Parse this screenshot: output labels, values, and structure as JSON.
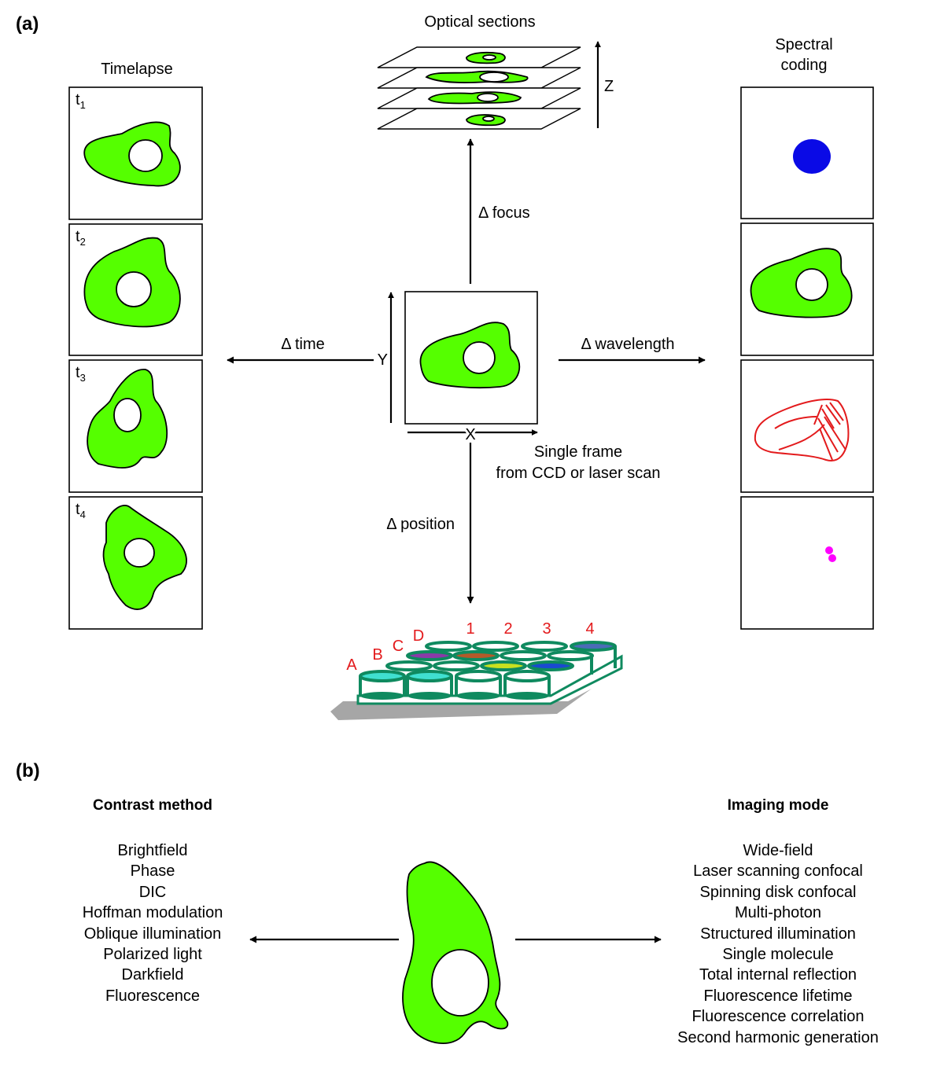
{
  "panel_a": {
    "label": "(a)",
    "timelapse": {
      "title": "Timelapse",
      "frames": [
        {
          "t": "t",
          "sub": "1"
        },
        {
          "t": "t",
          "sub": "2"
        },
        {
          "t": "t",
          "sub": "3"
        },
        {
          "t": "t",
          "sub": "4"
        }
      ]
    },
    "optical_sections": {
      "title": "Optical sections",
      "axis": "Z"
    },
    "spectral": {
      "title_line1": "Spectral",
      "title_line2": "coding"
    },
    "center": {
      "y_axis": "Y",
      "x_axis": "X",
      "caption_line1": "Single frame",
      "caption_line2": "from CCD or laser scan"
    },
    "arrows": {
      "focus": "Δ focus",
      "time": "Δ time",
      "wavelength": "Δ wavelength",
      "position": "Δ position"
    },
    "plate": {
      "rows": [
        "A",
        "B",
        "C",
        "D"
      ],
      "cols": [
        "1",
        "2",
        "3",
        "4"
      ]
    },
    "colors": {
      "cell_fill": "#55ff00",
      "blue_dot": "#0a0ae6",
      "red_outline": "#e31a1c",
      "magenta_dots": "#ff00ff",
      "well_stroke": "#0f8a5f",
      "plate_base": "#a6a6a6"
    }
  },
  "panel_b": {
    "label": "(b)",
    "contrast_method": {
      "heading": "Contrast method",
      "items": [
        "Brightfield",
        "Phase",
        "DIC",
        "Hoffman modulation",
        "Oblique illumination",
        "Polarized light",
        "Darkfield",
        "Fluorescence"
      ]
    },
    "imaging_mode": {
      "heading": "Imaging mode",
      "items": [
        "Wide-field",
        "Laser scanning confocal",
        "Spinning disk confocal",
        "Multi-photon",
        "Structured illumination",
        "Single molecule",
        "Total internal reflection",
        "Fluorescence lifetime",
        "Fluorescence correlation",
        "Second harmonic generation"
      ]
    }
  }
}
